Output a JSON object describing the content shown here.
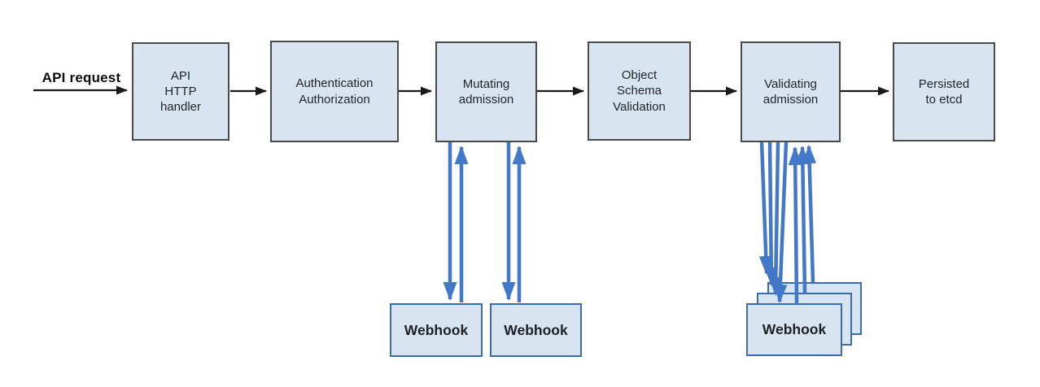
{
  "diagram": {
    "name": "kubernetes-admission-control-flow",
    "request_label": "API request",
    "pipeline": [
      {
        "id": "api-http-handler",
        "label": "API\nHTTP\nhandler"
      },
      {
        "id": "authentication-authorization",
        "label": "Authentication\nAuthorization"
      },
      {
        "id": "mutating-admission",
        "label": "Mutating\nadmission"
      },
      {
        "id": "object-schema-validation",
        "label": "Object\nSchema\nValidation"
      },
      {
        "id": "validating-admission",
        "label": "Validating\nadmission"
      },
      {
        "id": "persisted-to-etcd",
        "label": "Persisted\nto etcd"
      }
    ],
    "webhooks": {
      "mutating": [
        "Webhook",
        "Webhook"
      ],
      "validating_front_label": "Webhook",
      "validating_stack_count": 3
    },
    "edges": [
      {
        "from": "api-request",
        "to": "api-http-handler",
        "style": "black"
      },
      {
        "from": "api-http-handler",
        "to": "authentication-authorization",
        "style": "black"
      },
      {
        "from": "authentication-authorization",
        "to": "mutating-admission",
        "style": "black"
      },
      {
        "from": "mutating-admission",
        "to": "object-schema-validation",
        "style": "black"
      },
      {
        "from": "object-schema-validation",
        "to": "validating-admission",
        "style": "black"
      },
      {
        "from": "validating-admission",
        "to": "persisted-to-etcd",
        "style": "black"
      },
      {
        "from": "mutating-admission",
        "to": "webhook-1",
        "style": "blue-roundtrip"
      },
      {
        "from": "mutating-admission",
        "to": "webhook-2",
        "style": "blue-roundtrip"
      },
      {
        "from": "validating-admission",
        "to": "webhook-stack",
        "style": "blue-roundtrip-multi"
      }
    ],
    "colors": {
      "node_fill": "#d8e5f1",
      "node_border": "#4a4a4a",
      "webhook_border": "#3c6ba5",
      "flow_arrow": "#1a1a1a",
      "webhook_arrow": "#4377c8",
      "text": "#1f2328"
    }
  }
}
